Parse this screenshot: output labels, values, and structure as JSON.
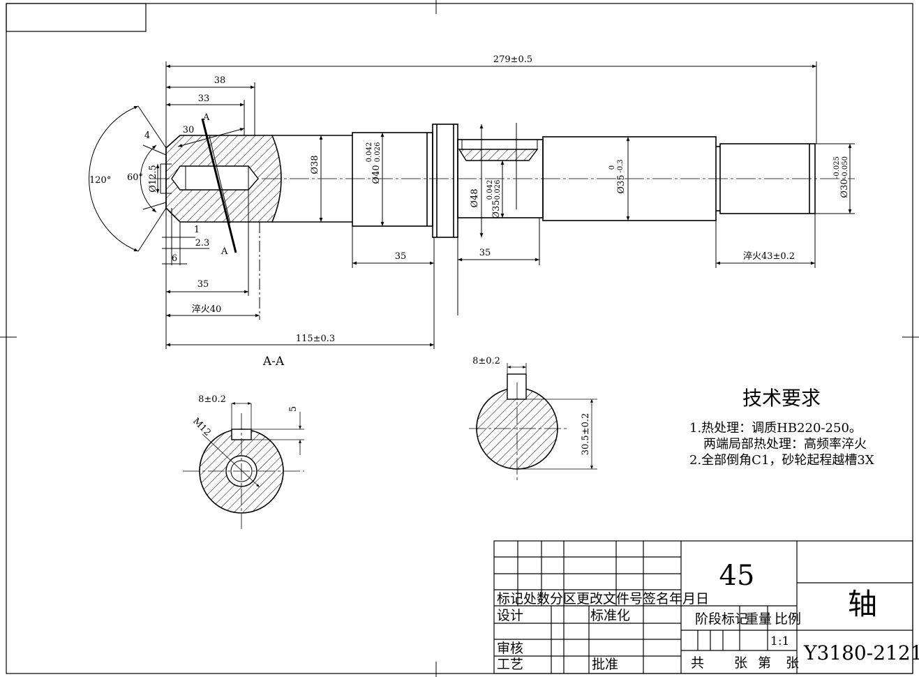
{
  "dimensions": {
    "total_length": "279±0.5",
    "d38a": "38",
    "d33": "33",
    "d30": "30",
    "d4": "4",
    "d1": "1",
    "d23": "2.3",
    "d6": "6",
    "d35_left": "35",
    "quench_left": "淬火40",
    "len_115": "115±0.3",
    "d35_mid1": "35",
    "d35_mid2": "35",
    "quench_right": "淬火43±0.2",
    "angle_120": "120°",
    "angle_60": "60°",
    "dia_12_5": "Ø12.5",
    "dia_38": "Ø38",
    "dia_40": "Ø40",
    "tol_40_up": "0.042",
    "tol_40_lo": "0.026",
    "dia_48": "Ø48",
    "dia_35a": "Ø35",
    "tol_35a_up": "0.042",
    "tol_35a_lo": "0.026",
    "dia_35b": "Ø35",
    "tol_35b_up": "0",
    "tol_35b_lo": "-0.3",
    "dia_30": "Ø30",
    "tol_30_up": "-0.025",
    "tol_30_lo": "-0.050",
    "section_mark": "A",
    "section_mark_b": "A",
    "key_width_a": "8±0.2",
    "key_depth_a": "5",
    "thread": "M12",
    "key_width_b": "8±0.2",
    "key_height_b": "30.5±0.2"
  },
  "section_label": "A-A",
  "tech": {
    "title": "技术要求",
    "line1": "1.热处理：调质HB220-250。",
    "line2": "两端局部热处理：高频率淬火",
    "line3": "2.全部倒角C1，砂轮起程越槽3X"
  },
  "title_block": {
    "material": "45",
    "part_name": "轴",
    "drawing_no": "Y3180-2121",
    "header_row": "标记处数分区更改文件号签名年月日",
    "design": "设计",
    "standardize": "标准化",
    "review": "审核",
    "process": "工艺",
    "approve": "批准",
    "stage": "阶段标记",
    "weight": "重量",
    "scale_label": "比例",
    "scale": "1:1",
    "sheets": "共",
    "sheet_zhang": "张",
    "sheet_di": "第",
    "sheet_zhang2": "张"
  }
}
